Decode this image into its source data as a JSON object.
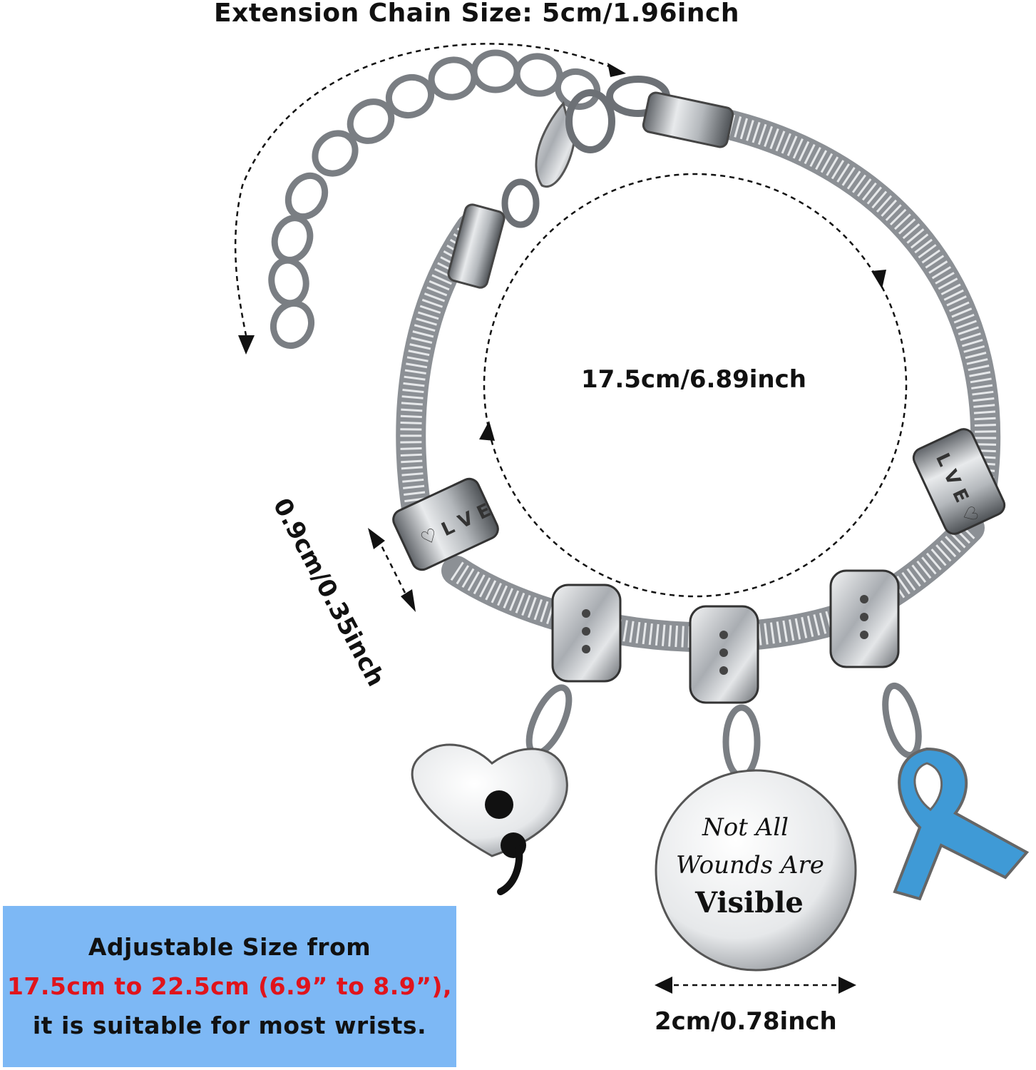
{
  "labels": {
    "extension": "Extension Chain Size: 5cm/1.96inch",
    "circumference": "17.5cm/6.89inch",
    "thickness": "0.9cm/0.35inch",
    "disc_width": "2cm/0.78inch"
  },
  "info_box": {
    "line1": "Adjustable Size from",
    "line2": "17.5cm to 22.5cm (6.9” to 8.9”),",
    "line3": "it is suitable for most wrists."
  },
  "disc": {
    "line1": "Not All",
    "line2": "Wounds Are",
    "line3": "Visible"
  },
  "colors": {
    "info_box_bg": "#7db8f5",
    "highlight_red": "#e0141b",
    "ribbon_blue": "#3f9ad6",
    "metal": "#b8bcc0"
  }
}
